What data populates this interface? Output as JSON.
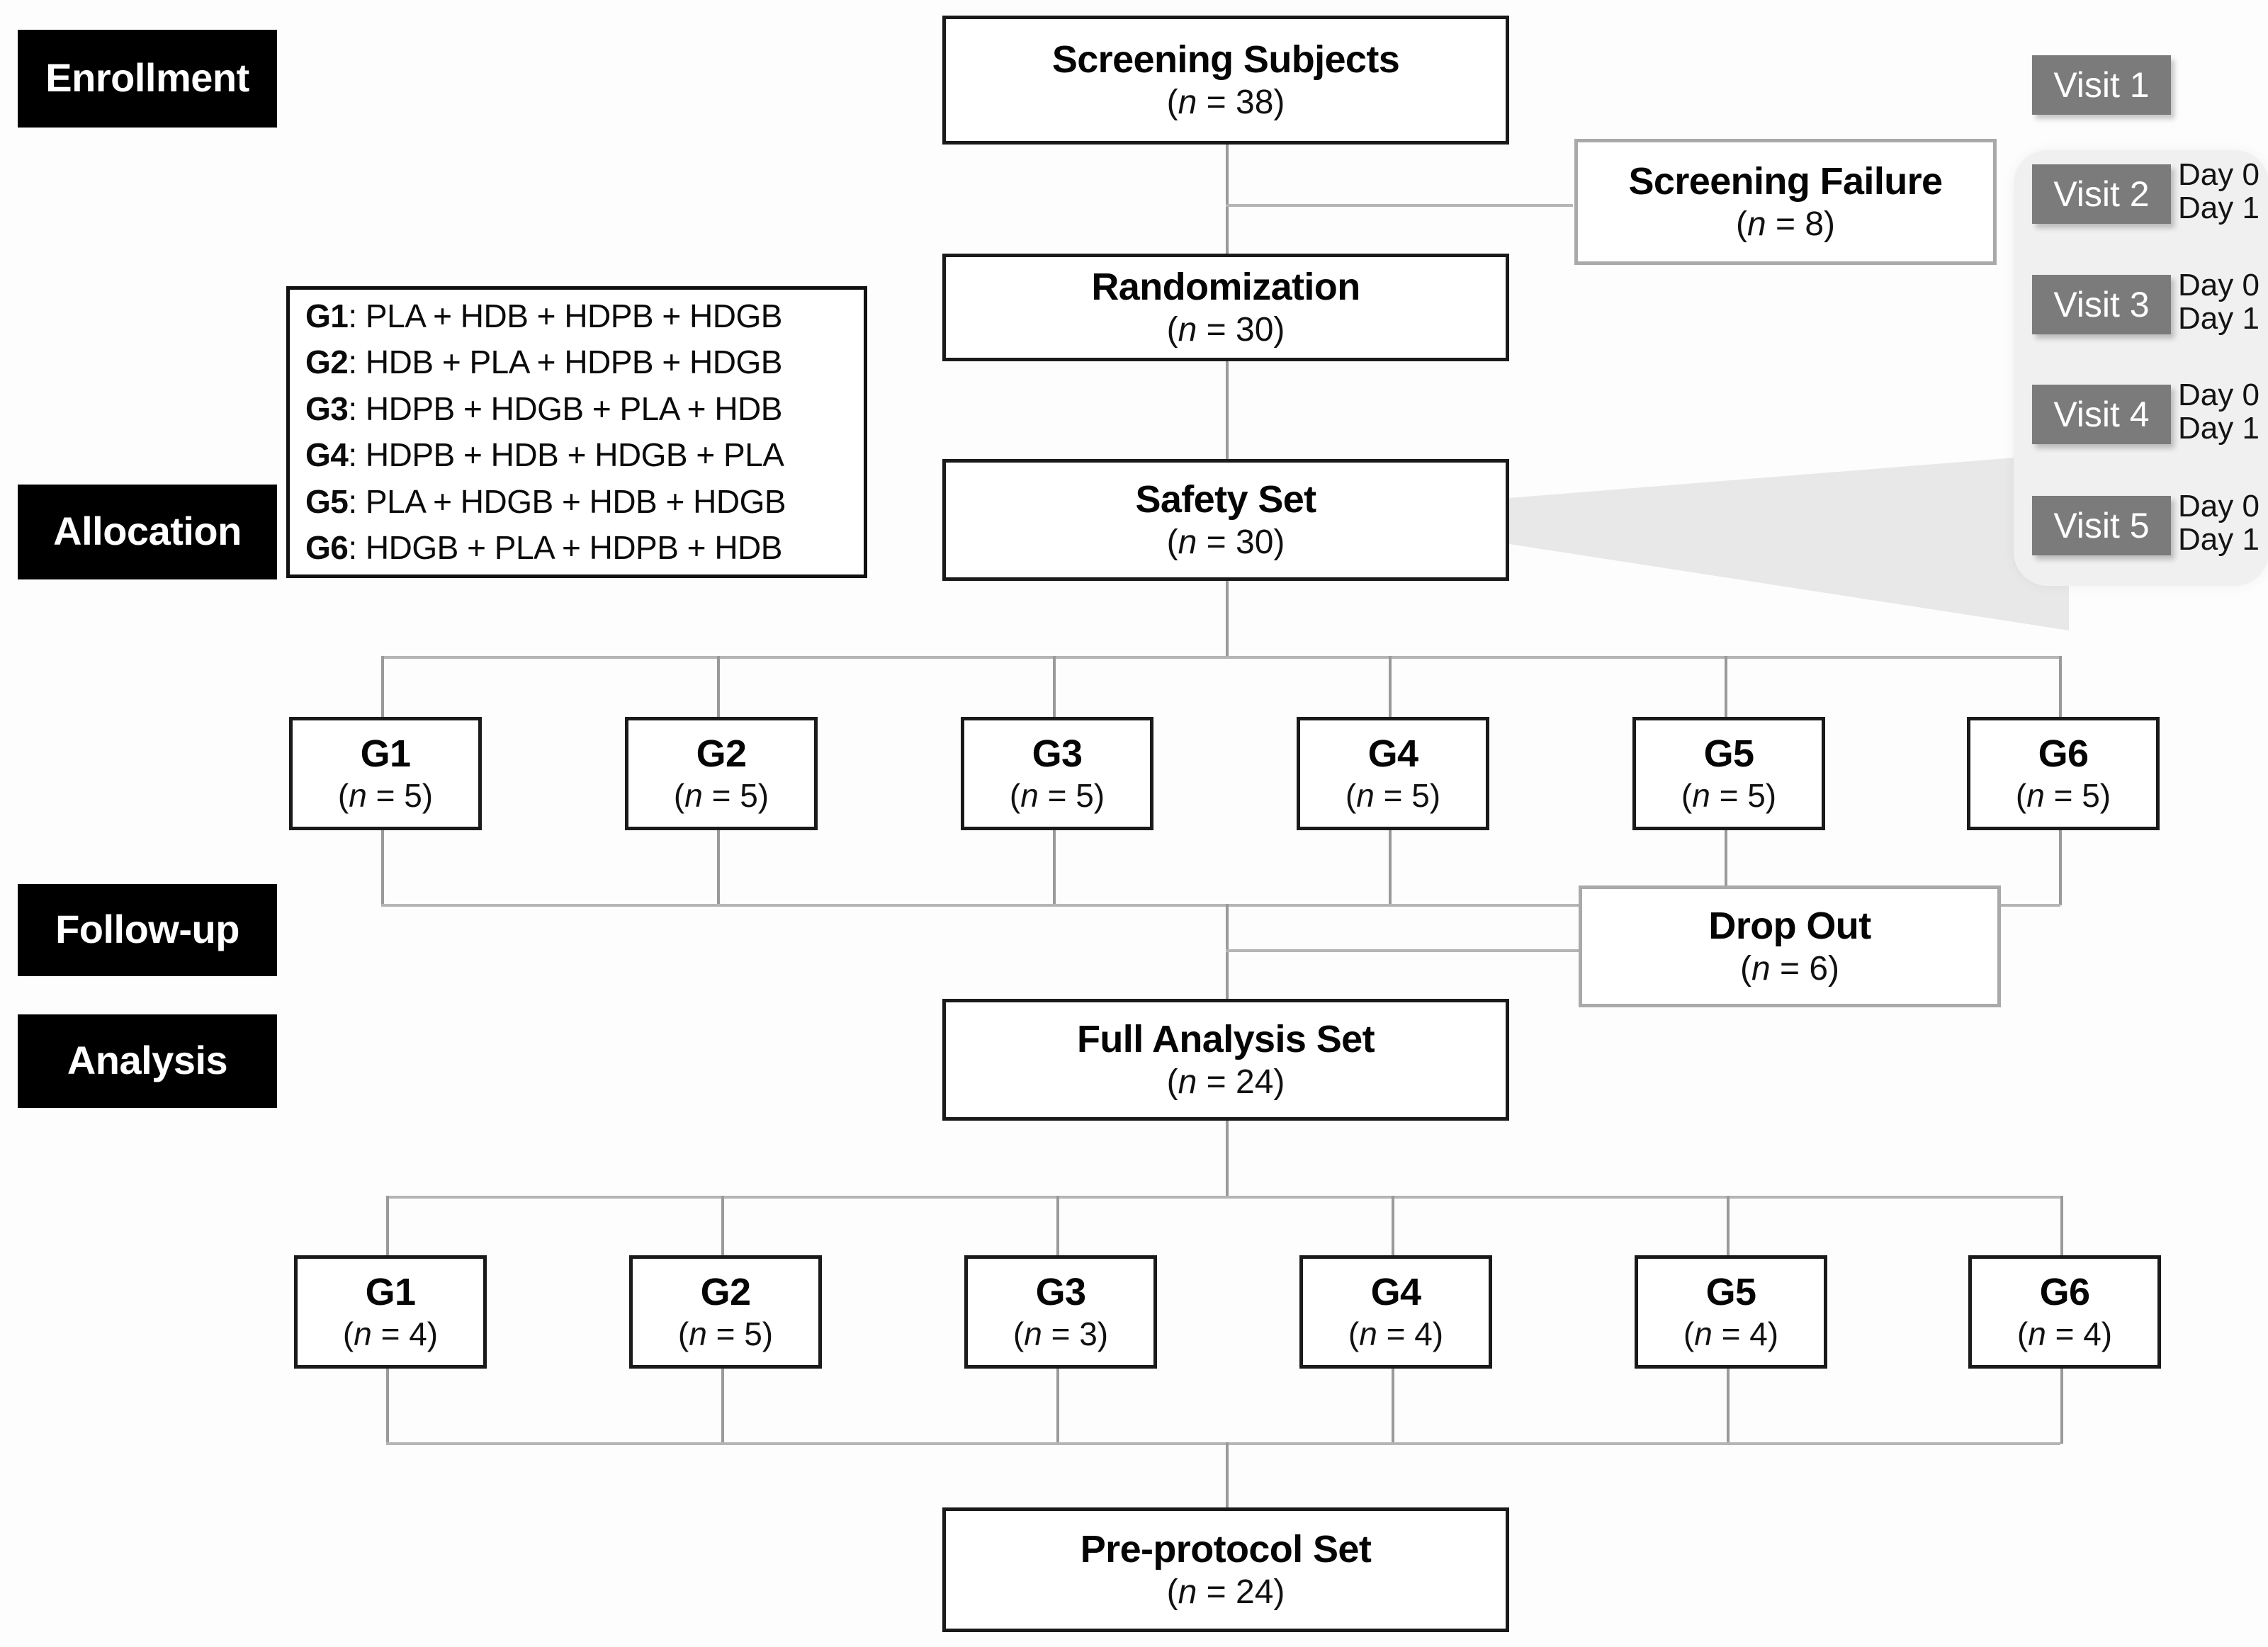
{
  "diagram": {
    "title": "CONSORT participant flow diagram",
    "colors": {
      "stage_label_bg": "#000000",
      "stage_label_text": "#ffffff",
      "box_border": "#1a1a1a",
      "side_box_border": "#a9a9a9",
      "connector": "#b5b5b5",
      "visit_chip_bg": "#7b7b7b",
      "visit_panel_bg": "#f0f0f0",
      "funnel": "#e6e6e6"
    }
  },
  "stages": [
    {
      "id": "enrollment",
      "label": "Enrollment"
    },
    {
      "id": "allocation",
      "label": "Allocation"
    },
    {
      "id": "followup",
      "label": "Follow-up"
    },
    {
      "id": "analysis",
      "label": "Analysis"
    }
  ],
  "boxes": {
    "screening": {
      "title": "Screening Subjects",
      "n": "(n = 38)"
    },
    "screening_failure": {
      "title": "Screening Failure",
      "n": "(n = 8)"
    },
    "randomization": {
      "title": "Randomization",
      "n": "(n = 30)"
    },
    "safety_set": {
      "title": "Safety Set",
      "n": "(n = 30)"
    },
    "drop_out": {
      "title": "Drop Out",
      "n": "(n = 6)"
    },
    "full_analysis_set": {
      "title": "Full Analysis Set",
      "n": "(n = 24)"
    },
    "pre_protocol_set": {
      "title": "Pre-protocol Set",
      "n": "(n = 24)"
    }
  },
  "legend": {
    "lines": [
      {
        "group": "G1",
        "sequence": ": PLA + HDB + HDPB + HDGB"
      },
      {
        "group": "G2",
        "sequence": ": HDB + PLA + HDPB + HDGB"
      },
      {
        "group": "G3",
        "sequence": ": HDPB + HDGB + PLA + HDB"
      },
      {
        "group": "G4",
        "sequence": ": HDPB + HDB + HDGB + PLA"
      },
      {
        "group": "G5",
        "sequence": ": PLA + HDGB + HDB + HDGB"
      },
      {
        "group": "G6",
        "sequence": ": HDGB + PLA + HDPB + HDB"
      }
    ]
  },
  "allocation_groups": [
    {
      "label": "G1",
      "n": "(n = 5)"
    },
    {
      "label": "G2",
      "n": "(n = 5)"
    },
    {
      "label": "G3",
      "n": "(n = 5)"
    },
    {
      "label": "G4",
      "n": "(n = 5)"
    },
    {
      "label": "G5",
      "n": "(n = 5)"
    },
    {
      "label": "G6",
      "n": "(n = 5)"
    }
  ],
  "analysis_groups": [
    {
      "label": "G1",
      "n": "(n = 4)"
    },
    {
      "label": "G2",
      "n": "(n = 5)"
    },
    {
      "label": "G3",
      "n": "(n = 3)"
    },
    {
      "label": "G4",
      "n": "(n = 4)"
    },
    {
      "label": "G5",
      "n": "(n = 4)"
    },
    {
      "label": "G6",
      "n": "(n = 4)"
    }
  ],
  "visits": [
    {
      "label": "Visit 1",
      "days": []
    },
    {
      "label": "Visit 2",
      "days": [
        "Day 0",
        "Day 1"
      ]
    },
    {
      "label": "Visit 3",
      "days": [
        "Day 0",
        "Day 1"
      ]
    },
    {
      "label": "Visit 4",
      "days": [
        "Day 0",
        "Day 1"
      ]
    },
    {
      "label": "Visit 5",
      "days": [
        "Day 0",
        "Day 1"
      ]
    }
  ]
}
